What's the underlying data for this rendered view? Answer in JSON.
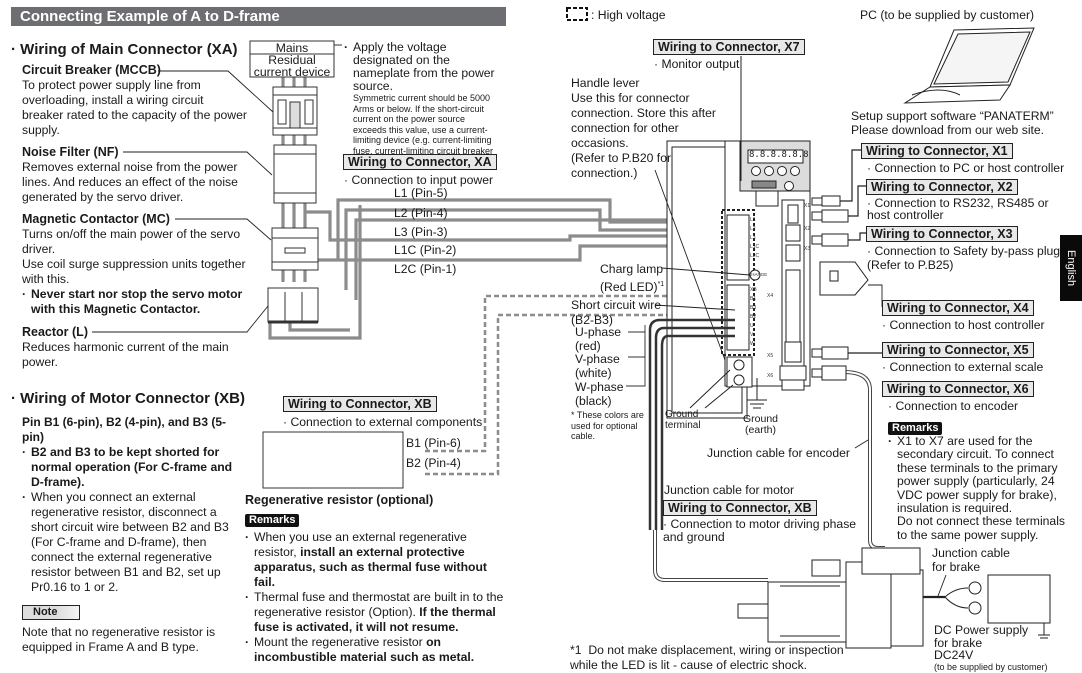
{
  "banner": "Connecting Example of A to D-frame",
  "legend_high_voltage": ": High voltage",
  "side_tab": "English",
  "main_connector": {
    "heading": "Wiring of Main Connector (XA)",
    "mccb": {
      "title": "Circuit Breaker (MCCB)",
      "body": "To protect power supply line from overloading, install a wiring circuit breaker rated to the capacity of the power supply."
    },
    "nf": {
      "title": "Noise Filter (NF)",
      "body": "Removes external noise from the power lines. And reduces an effect of the noise generated by the servo driver."
    },
    "mc": {
      "title": "Magnetic Contactor (MC)",
      "body1": "Turns on/off the main power of the servo driver.",
      "body2": "Use coil surge suppression units together with this.",
      "warning": "Never start nor stop the servo motor with this Magnetic Contactor."
    },
    "reactor": {
      "title": "Reactor (L)",
      "body": "Reduces harmonic current of the main power."
    }
  },
  "mains_box": {
    "top": "Mains",
    "bottom": "Residual current device"
  },
  "mains_note": {
    "main": "Apply the voltage designated on the nameplate from the power source.",
    "small": "Symmetric current should be 5000 Arms or below. If the short-circuit current on the power source exceeds this value, use a current-limiting device (e.g. current-limiting fuse, current-limiting circuit breaker or transformer)."
  },
  "xa": {
    "title": "Wiring to Connector, XA",
    "desc": "Connection to input power",
    "pins": [
      "L1 (Pin-5)",
      "L2 (Pin-4)",
      "L3 (Pin-3)",
      "L1C (Pin-2)",
      "L2C (Pin-1)"
    ]
  },
  "motor_connector": {
    "heading": "Wiring of Motor Connector (XB)",
    "pin_title": "Pin B1 (6-pin), B2 (4-pin), and B3 (5-pin)",
    "bullet1": "B2 and B3 to be kept shorted for normal operation (For C-frame and D-frame).",
    "bullet2": "When you connect an external regenerative resistor, disconnect a short circuit wire between B2 and B3 (For C-frame and D-frame), then connect the external regenerative resistor between B1 and B2, set up Pr0.16 to 1 or 2.",
    "note_label": "Note",
    "note_text": "Note that no regenerative resistor is equipped in Frame A and B type."
  },
  "xb_ext": {
    "title": "Wiring to Connector, XB",
    "desc": "Connection to external components",
    "pins": [
      "B1 (Pin-6)",
      "B2 (Pin-4)"
    ]
  },
  "regen": {
    "title": "Regenerative resistor (optional)",
    "remarks_label": "Remarks",
    "b1_plain": "When you use an external regenerative resistor, ",
    "b1_bold": "install an external protective apparatus, such as thermal fuse without fail.",
    "b2_plain": "Thermal fuse and thermostat are built in to the regenerative resistor (Option). ",
    "b2_bold": "If the thermal fuse is activated, it will not resume.",
    "b3_plain": "Mount the regenerative resistor ",
    "b3_bold": "on incombustible material such as metal."
  },
  "x7": {
    "title": "Wiring to Connector, X7",
    "desc": "Monitor output"
  },
  "handle_lever": "Handle lever\nUse this for connector connection. Store this after connection for other occasions.\n(Refer to P.B20 for connection.)",
  "charge_lamp": {
    "line1": "Charg lamp",
    "line2": "(Red LED)",
    "sup": "*1"
  },
  "short_wire": {
    "line1": "Short circuit wire",
    "line2": "(B2-B3)"
  },
  "phases": [
    {
      "name": "U-phase",
      "color": "(red)"
    },
    {
      "name": "V-phase",
      "color": "(white)"
    },
    {
      "name": "W-phase",
      "color": "(black)"
    }
  ],
  "phase_note": "* These colors are used for optional cable.",
  "ground_terminal": "Ground terminal",
  "ground_earth": "Ground (earth)",
  "display_digits": "8.8.8.8.8.8",
  "pc": {
    "label": "PC (to be supplied by customer)",
    "software": "Setup support software “PANATERM”",
    "download": "Please download from our web site."
  },
  "connectors": [
    {
      "title": "Wiring to Connector, X1",
      "desc": "Connection to PC or host controller"
    },
    {
      "title": "Wiring to Connector, X2",
      "desc": "Connection to RS232, RS485 or host controller"
    },
    {
      "title": "Wiring to Connector, X3",
      "desc": "Connection to Safety by-pass plug (Refer to P.B25)"
    },
    {
      "title": "Wiring to Connector, X4",
      "desc": "Connection to host controller"
    },
    {
      "title": "Wiring to Connector, X5",
      "desc": "Connection to external scale"
    },
    {
      "title": "Wiring to Connector, X6",
      "desc": "Connection to encoder"
    }
  ],
  "remarks_right": {
    "label": "Remarks",
    "text": "X1 to X7 are used for the secondary circuit. To connect these terminals to the primary power supply (particularly, 24 VDC power supply for brake), insulation is required.\nDo not connect these terminals to the same power supply."
  },
  "junction_encoder": "Junction cable for encoder",
  "junction_motor": "Junction cable for motor",
  "xb_motor": {
    "title": "Wiring to Connector, XB",
    "desc": "Connection to motor driving phase and ground"
  },
  "junction_brake": "Junction cable for brake",
  "dc_power": {
    "line1": "DC Power supply",
    "line2": "for brake",
    "line3": "DC24V",
    "line4": "(to be supplied by customer)"
  },
  "footnote": {
    "mark": "*1",
    "text": "Do not make displacement, wiring or inspection while the LED is lit - cause of electric shock."
  },
  "terminal_labels": [
    "L1",
    "L2",
    "L3",
    "L1C",
    "L2C",
    "CHARGE",
    "XB",
    "B1",
    "B3",
    "B2",
    "U",
    "V",
    "W"
  ],
  "port_labels": [
    "X1",
    "X2",
    "X3",
    "X4",
    "X5",
    "X6"
  ]
}
